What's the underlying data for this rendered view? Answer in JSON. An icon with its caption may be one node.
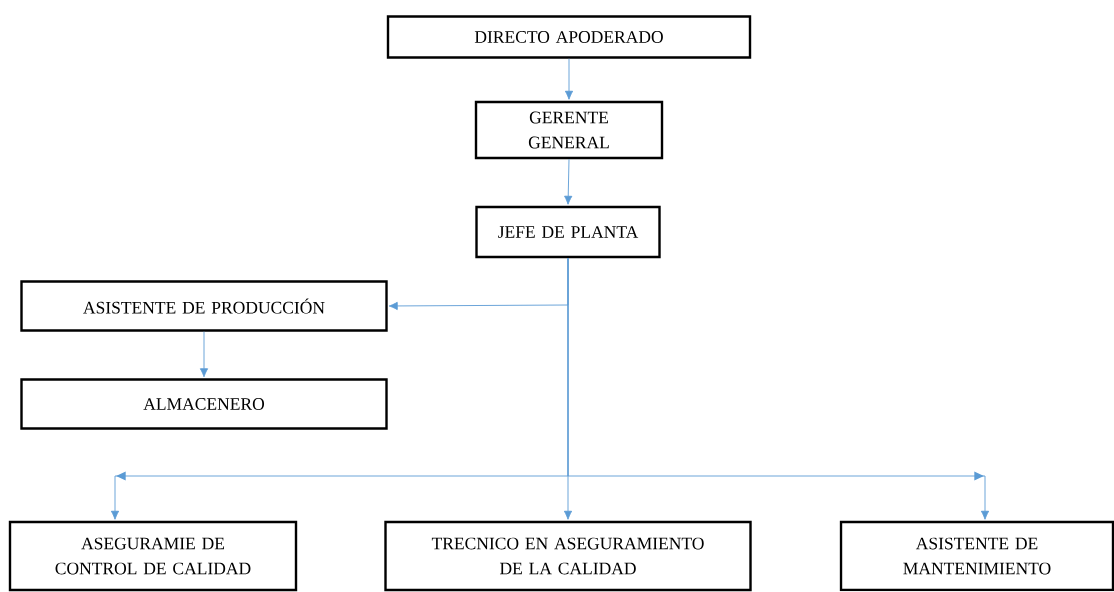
{
  "diagram": {
    "nodes": [
      {
        "text": [
          "DIRECTO APODERADO"
        ]
      },
      {
        "text": [
          "GERENTE GENERAL"
        ]
      },
      {
        "text": [
          "JEFE DE PLANTA"
        ]
      },
      {
        "text": [
          "ASISTENTE DE PRODUCCIÓN"
        ]
      },
      {
        "text": [
          "ALMACENERO"
        ]
      },
      {
        "text": [
          "ASEGURAMIE DE CONTROL DE CALIDAD"
        ]
      },
      {
        "text": [
          "TRECNICO EN ASEGURAMIENTO DE LA CALIDAD"
        ]
      },
      {
        "text": [
          "ASISTENTE DE MANTENIMIENTO"
        ]
      }
    ],
    "edges": [
      {
        "from": 0,
        "to": 1,
        "arrow": "to"
      },
      {
        "from": 1,
        "to": 2,
        "arrow": "to"
      },
      {
        "from": 2,
        "to": 3,
        "arrow": "to"
      },
      {
        "from": 3,
        "to": 4,
        "arrow": "to"
      },
      {
        "from": 2,
        "to": 5,
        "arrow": "to"
      },
      {
        "from": 2,
        "to": 6,
        "arrow": "to"
      },
      {
        "from": 2,
        "to": 7,
        "arrow": "to"
      }
    ]
  }
}
